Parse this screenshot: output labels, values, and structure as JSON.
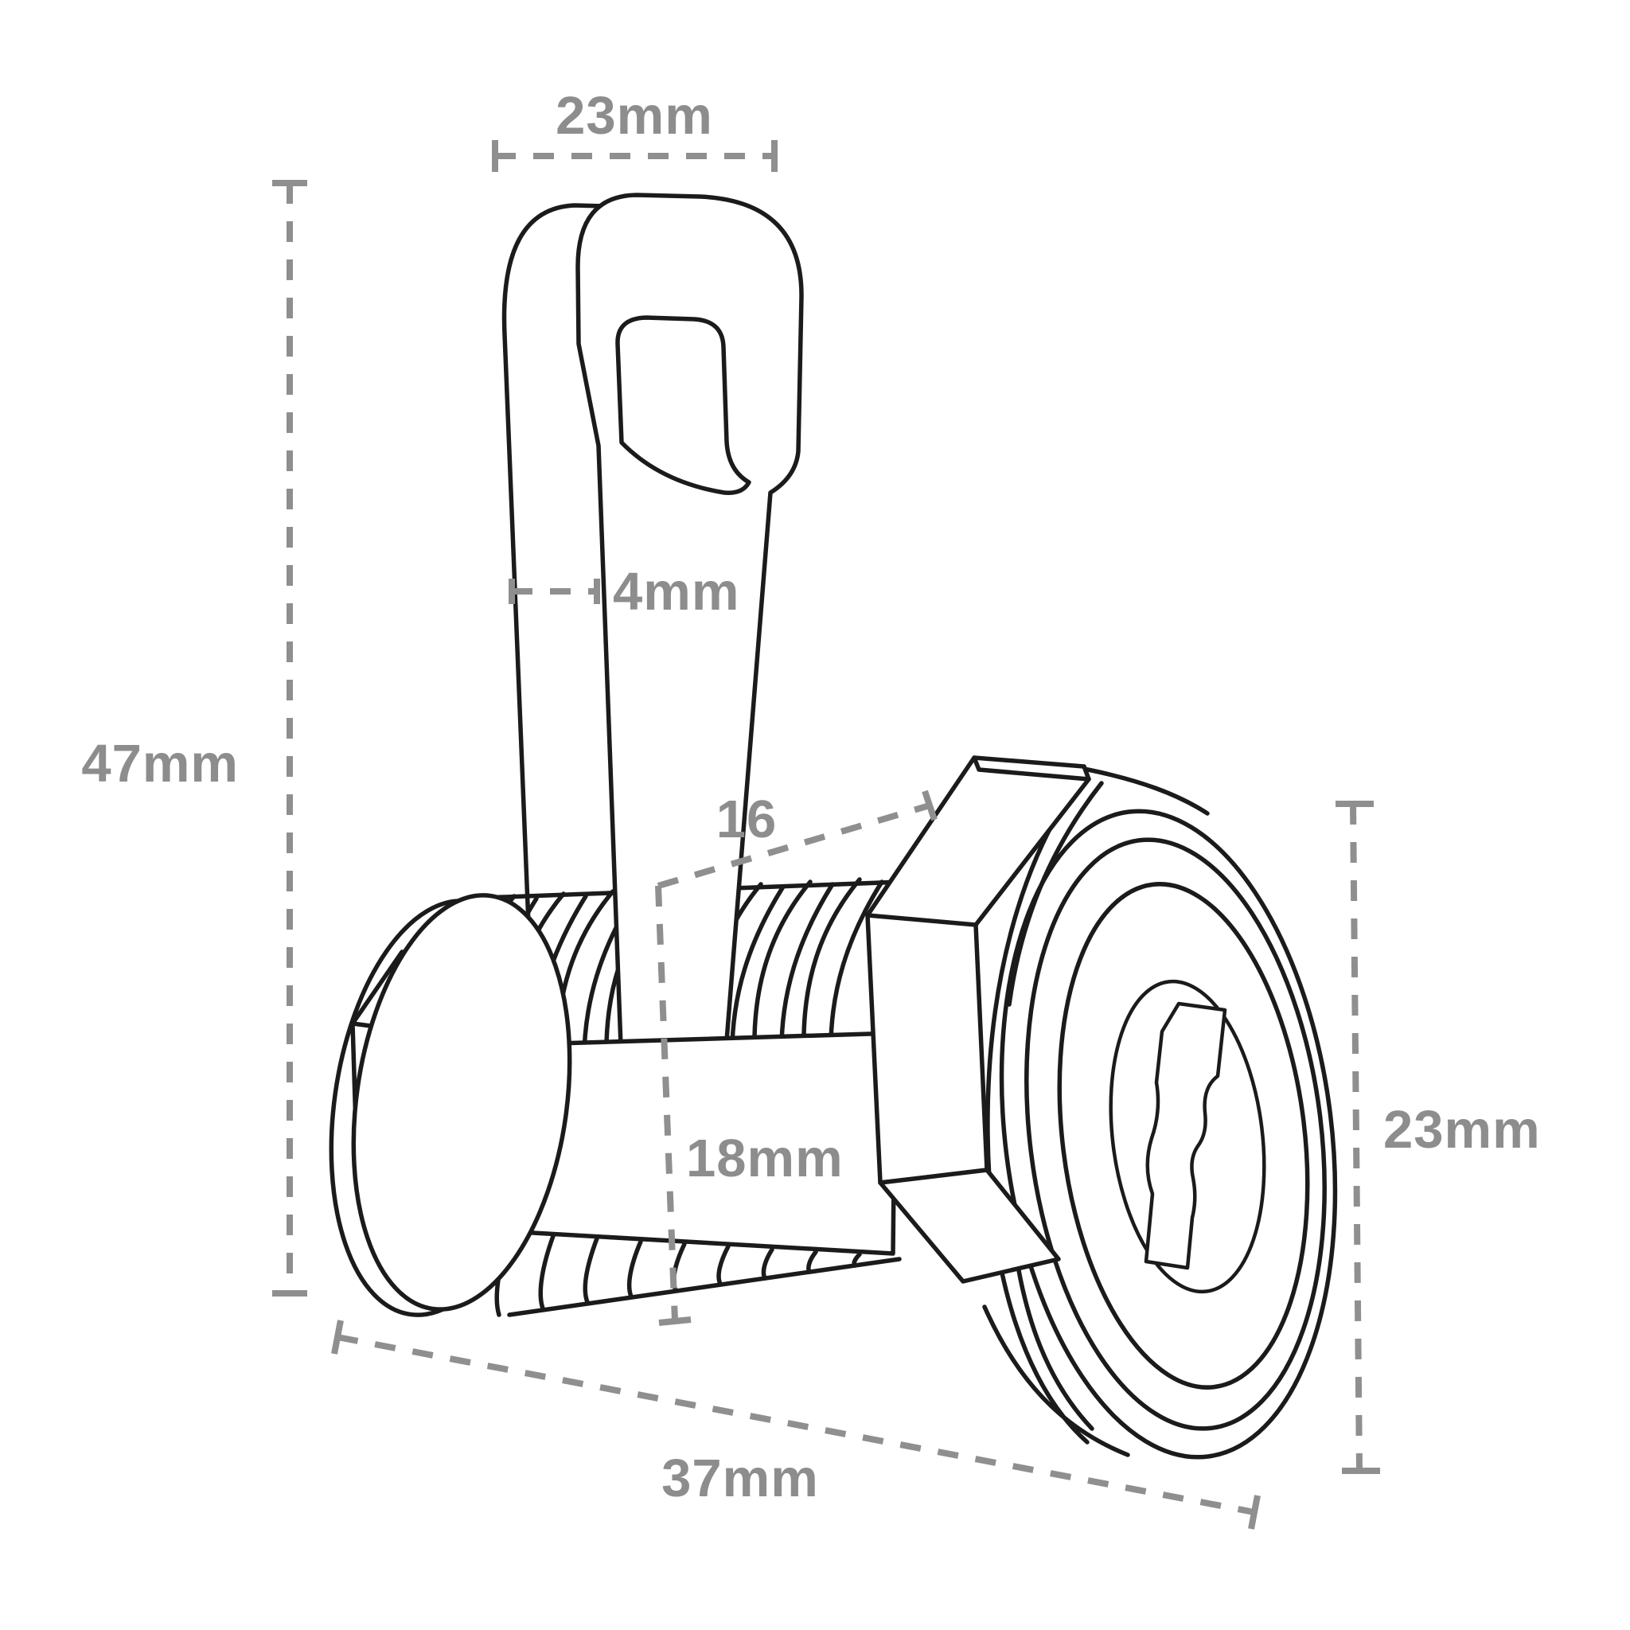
{
  "diagram": {
    "type": "technical-dimension-drawing",
    "subject": "cam-lock",
    "colors": {
      "outline": "#1b1b1b",
      "dimension_line": "#8f8f8f",
      "dimension_text": "#8d8d8d",
      "background": "#ffffff"
    },
    "dimensions": {
      "top_width": {
        "label": "23mm",
        "location": "top"
      },
      "cam_thickness": {
        "label": "4mm",
        "location": "upper-middle"
      },
      "overall_height": {
        "label": "47mm",
        "location": "left"
      },
      "thread_diameter": {
        "label": "16",
        "location": "center"
      },
      "thread_length": {
        "label": "18mm",
        "location": "center-lower"
      },
      "face_diameter": {
        "label": "23mm",
        "location": "right"
      },
      "body_length": {
        "label": "37mm",
        "location": "bottom"
      }
    }
  }
}
